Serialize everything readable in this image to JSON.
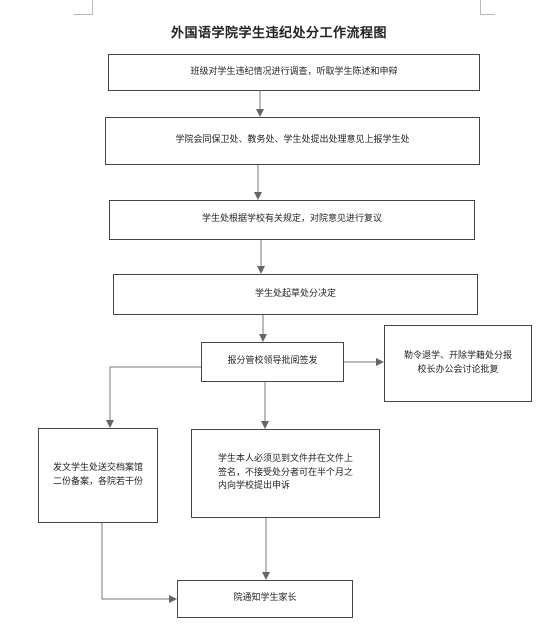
{
  "title": "外国语学院学生违纪处分工作流程图",
  "steps": [
    "班级对学生违纪情况进行调查，听取学生陈述和申辩",
    "学院会同保卫处、教务处、学生处提出处理意见上报学生处",
    "学生处根据学校有关规定，对院意见进行复议",
    "学生处起草处分决定",
    "报分管校领导批阅签发",
    "勒令退学、开除学籍处分报校长办公会讨论批复",
    "发文学生处送交档案馆二份备案，各院若干份",
    "学生本人必须见到文件并在文件上签名，不接受处分者可在半个月之内向学校提出申诉",
    "院通知学生家长"
  ]
}
